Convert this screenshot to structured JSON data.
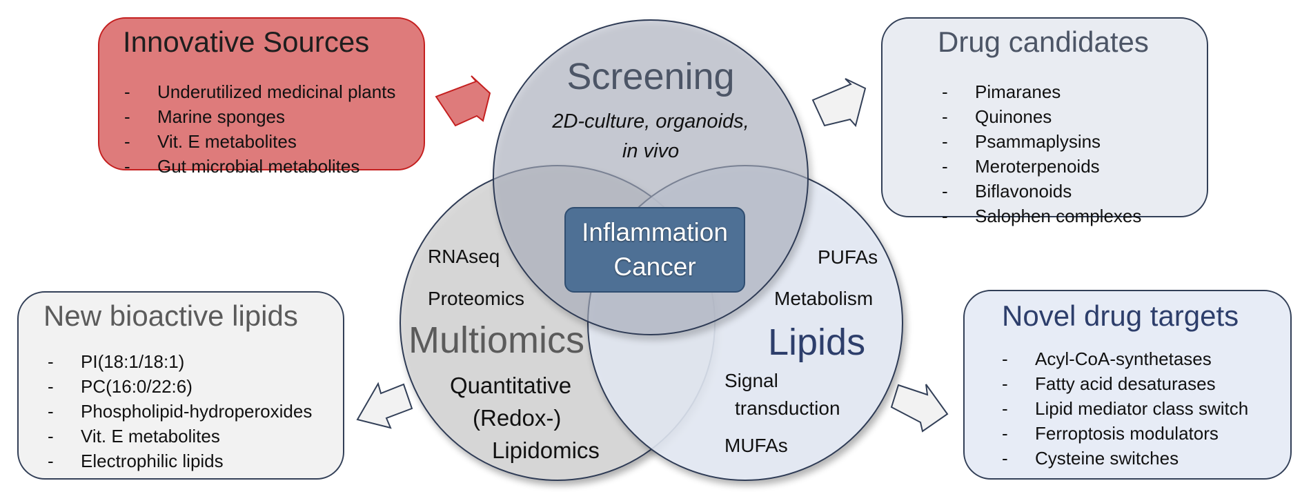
{
  "sources": {
    "title": "Innovative Sources",
    "items": [
      "Underutilized medicinal plants",
      "Marine sponges",
      "Vit. E metabolites",
      "Gut microbial metabolites"
    ]
  },
  "drugs": {
    "title": "Drug candidates",
    "items": [
      "Pimaranes",
      "Quinones",
      "Psammaplysins",
      "Meroterpenoids",
      "Biflavonoids",
      "Salophen complexes"
    ]
  },
  "lipids_box": {
    "title": "New bioactive lipids",
    "items": [
      "PI(18:1/18:1)",
      "PC(16:0/22:6)",
      "Phospholipid-hydroperoxides",
      "Vit. E metabolites",
      "Electrophilic lipids"
    ]
  },
  "targets": {
    "title": "Novel drug targets",
    "items": [
      "Acyl-CoA-synthetases",
      "Fatty acid desaturases",
      "Lipid mediator class switch",
      "Ferroptosis modulators",
      "Cysteine switches"
    ]
  },
  "bullet": "-",
  "venn": {
    "screening": {
      "title": "Screening",
      "line1": "2D-culture, organoids,",
      "line2": "in vivo"
    },
    "multiomics": {
      "title": "Multiomics",
      "rnaseq": "RNAseq",
      "proteomics": "Proteomics",
      "q1": "Quantitative",
      "q2": "(Redox-)",
      "q3": "Lipidomics"
    },
    "lipids": {
      "title": "Lipids",
      "pufas": "PUFAs",
      "metabolism": "Metabolism",
      "signal1": "Signal",
      "signal2": "transduction",
      "mufas": "MUFAs"
    },
    "center": {
      "line1": "Inflammation",
      "line2": "Cancer"
    }
  },
  "colors": {
    "sources_fill": "#de7b7b",
    "sources_border": "#c41f1f",
    "center_fill": "#4e7095",
    "circle_stroke": "#2f3b55",
    "multiomics_fill": "#d6d6d6",
    "lipids_fill": "#e5ebf6",
    "screening_fill": "#aeb5c3"
  }
}
